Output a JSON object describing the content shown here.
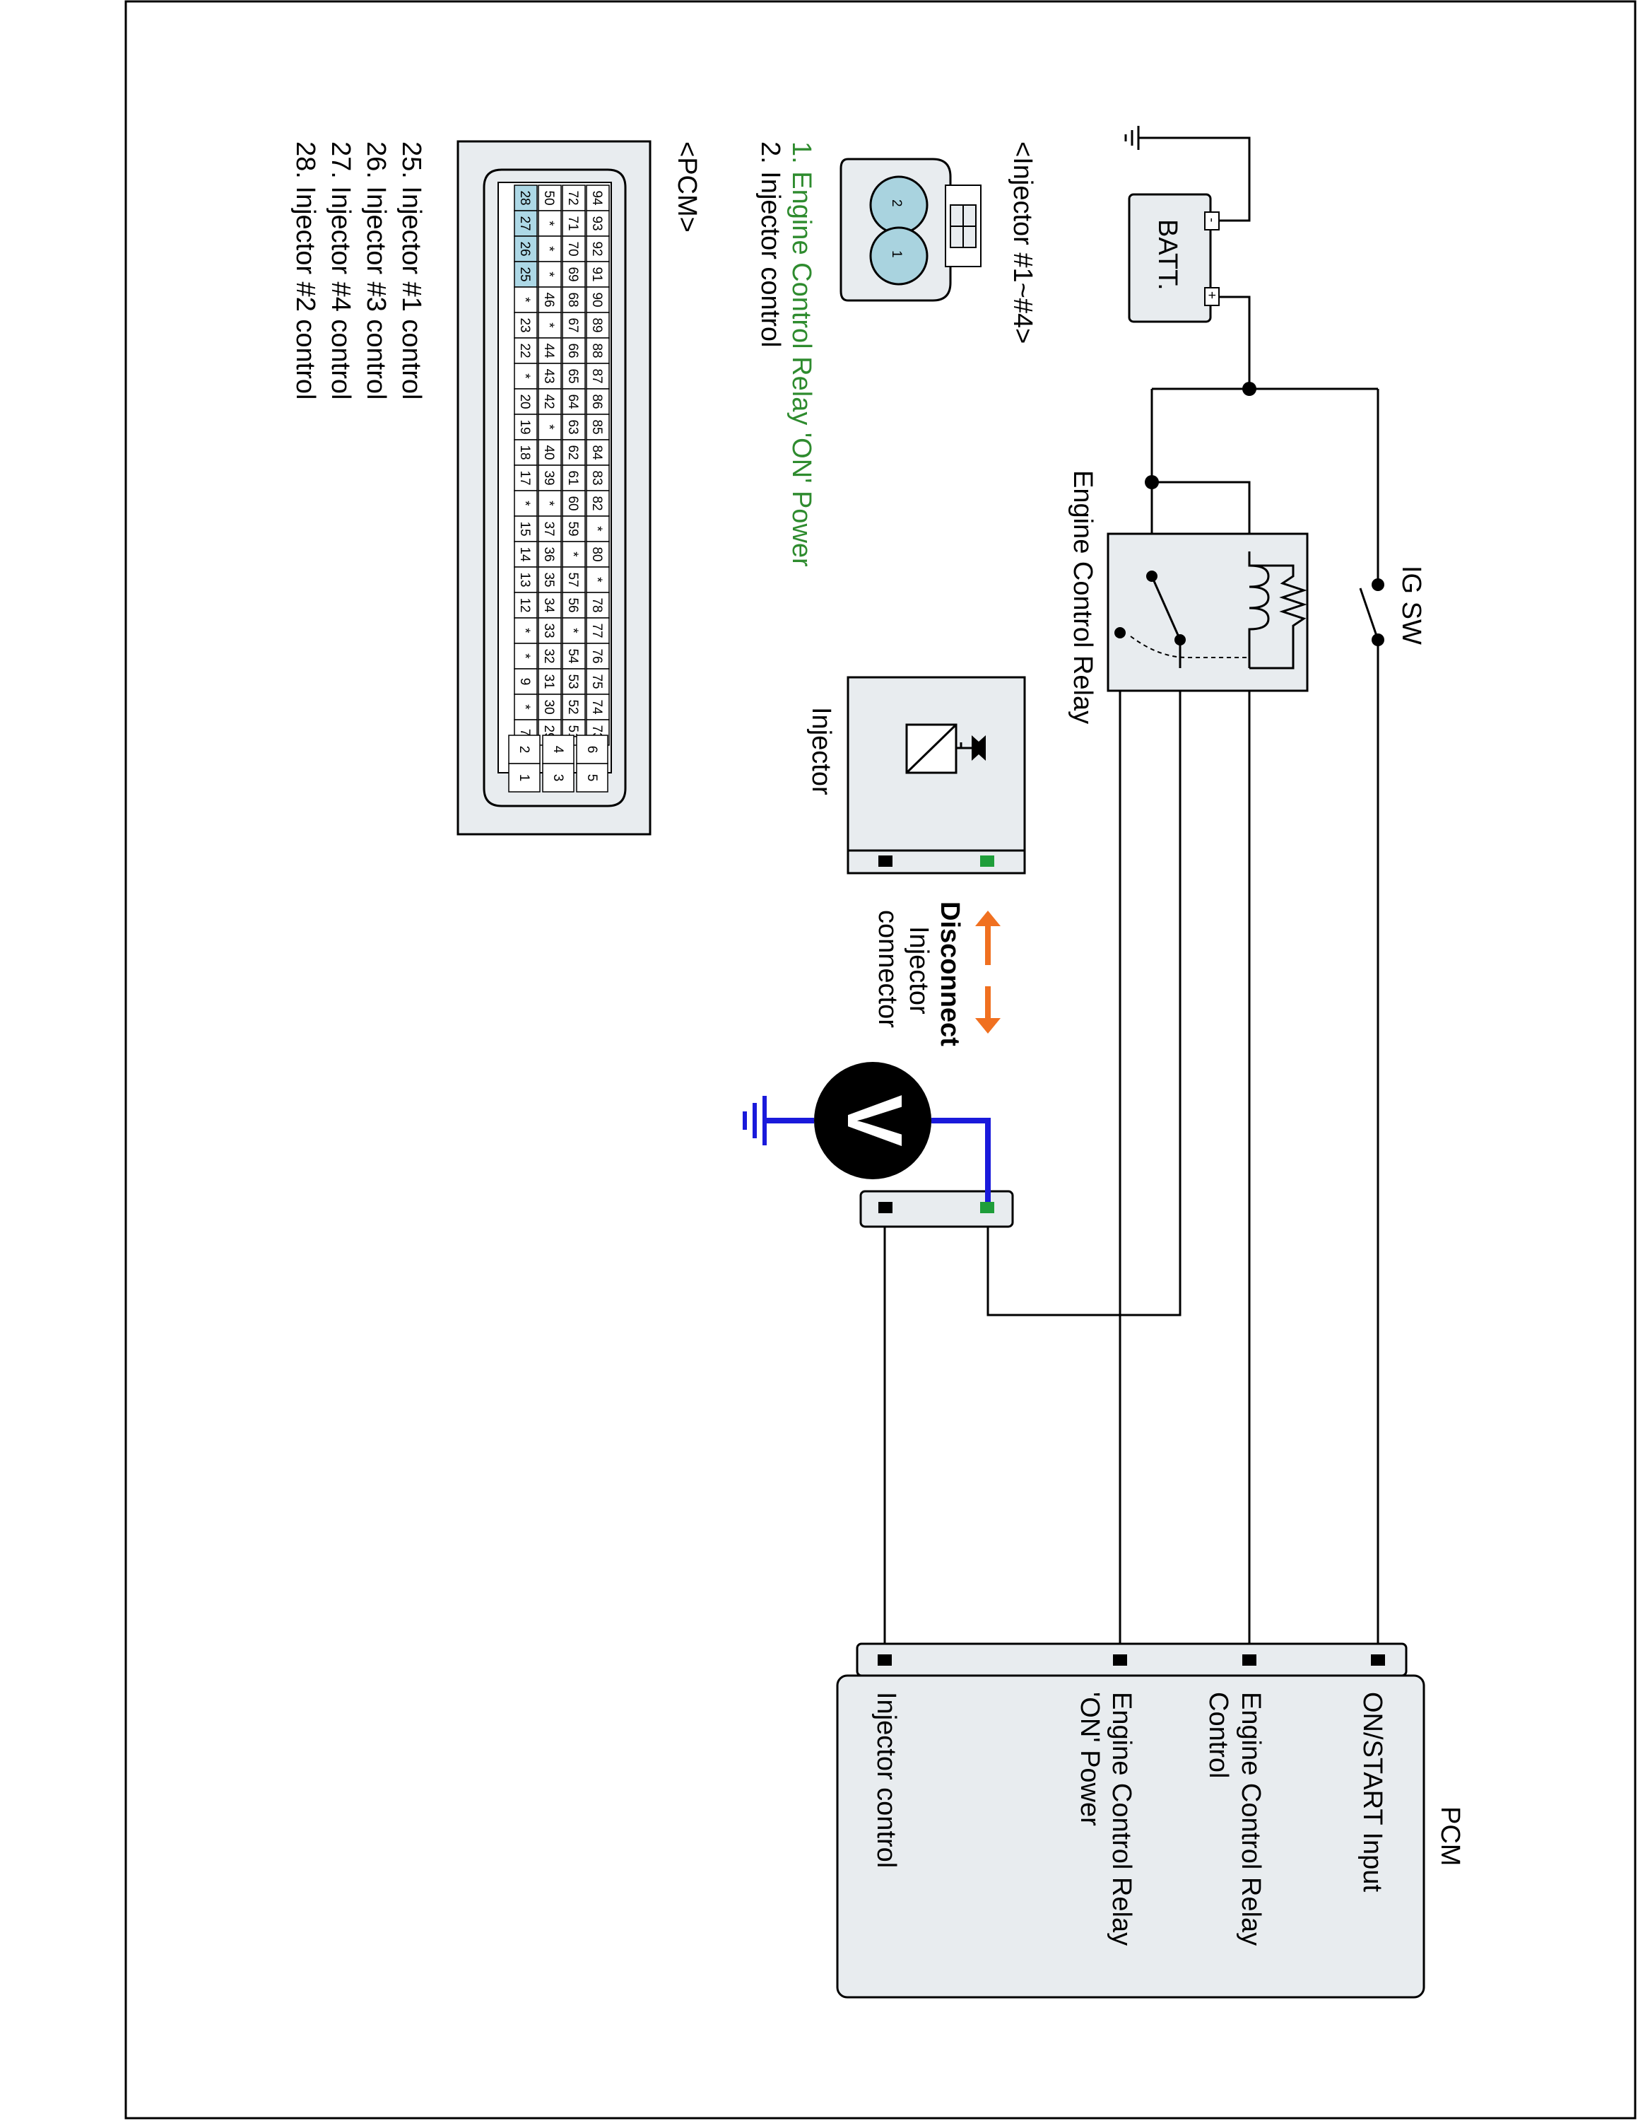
{
  "batt": {
    "label": "BATT.",
    "neg": "-",
    "pos": "+"
  },
  "ig_sw": {
    "label": "IG SW"
  },
  "relay": {
    "label": "Engine Control Relay"
  },
  "injector": {
    "label": "Injector"
  },
  "disconnect": {
    "line1": "Disconnect",
    "line2": "Injector",
    "line3": "connector"
  },
  "voltmeter": {
    "symbol": "V"
  },
  "pcm_box": {
    "title": "PCM",
    "pins": [
      {
        "line1": "ON/START Input",
        "line2": ""
      },
      {
        "line1": "Engine Control Relay",
        "line2": "Control"
      },
      {
        "line1": "Engine Control Relay",
        "line2": "'ON' Power"
      },
      {
        "line1": "Injector control",
        "line2": ""
      }
    ]
  },
  "injector_connector": {
    "title": "<Injector #1~#4>",
    "pin1": "1",
    "pin2": "2",
    "legend": [
      {
        "text": "1. Engine Control Relay 'ON' Power",
        "color": "#2e8b2e"
      },
      {
        "text": "2. Injector control",
        "color": "#000000"
      }
    ]
  },
  "pcm_connector": {
    "title": "<PCM>",
    "rows": [
      [
        "94",
        "93",
        "92",
        "91",
        "90",
        "89",
        "88",
        "87",
        "86",
        "85",
        "84",
        "83",
        "82",
        "*",
        "80",
        "*",
        "78",
        "77",
        "76",
        "75",
        "74",
        "73"
      ],
      [
        "72",
        "71",
        "70",
        "69",
        "68",
        "67",
        "66",
        "65",
        "64",
        "63",
        "62",
        "61",
        "60",
        "59",
        "*",
        "57",
        "56",
        "*",
        "54",
        "53",
        "52",
        "51"
      ],
      [
        "50",
        "*",
        "*",
        "*",
        "46",
        "*",
        "44",
        "43",
        "42",
        "*",
        "40",
        "39",
        "*",
        "37",
        "36",
        "35",
        "34",
        "33",
        "32",
        "31",
        "30",
        "29"
      ],
      [
        "28",
        "27",
        "26",
        "25",
        "*",
        "23",
        "22",
        "*",
        "20",
        "19",
        "18",
        "17",
        "*",
        "15",
        "14",
        "13",
        "12",
        "*",
        "*",
        "9",
        "*",
        "7"
      ]
    ],
    "small_rows": [
      [
        "6",
        "5"
      ],
      [
        "4",
        "3"
      ],
      [
        "2",
        "1"
      ]
    ],
    "legend": [
      "25. Injector #1 control",
      "26. Injector #3 control",
      "27. Injector #4 control",
      "28. Injector #2 control"
    ]
  },
  "colors": {
    "wire": "#000000",
    "voltmeter_lead": "#1a1adb",
    "highlight_text": "#2e8b2e",
    "arrow": "#f07020",
    "box_fill": "#e8ecef",
    "pin_highlight": "#add8e6",
    "green_pin": "#1f9e3a"
  }
}
